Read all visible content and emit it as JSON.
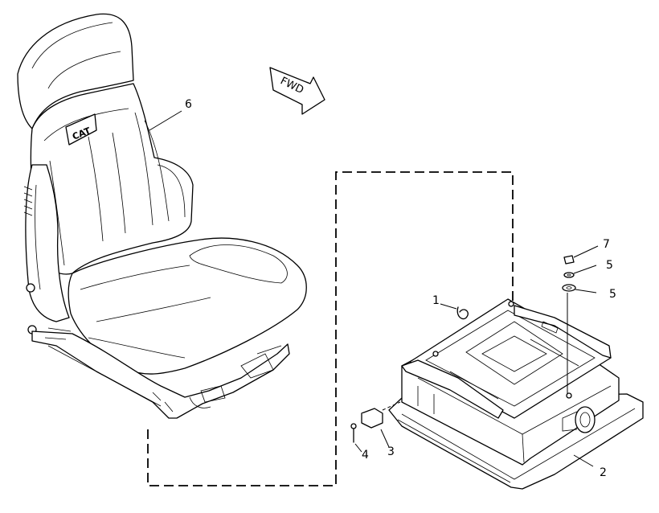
{
  "diagram": {
    "direction_label": "FWD",
    "callouts": {
      "c1": "1",
      "c2": "2",
      "c3": "3",
      "c4": "4",
      "c5a": "5",
      "c5b": "5",
      "c6": "6",
      "c7": "7"
    },
    "logo_text": "CAT"
  }
}
